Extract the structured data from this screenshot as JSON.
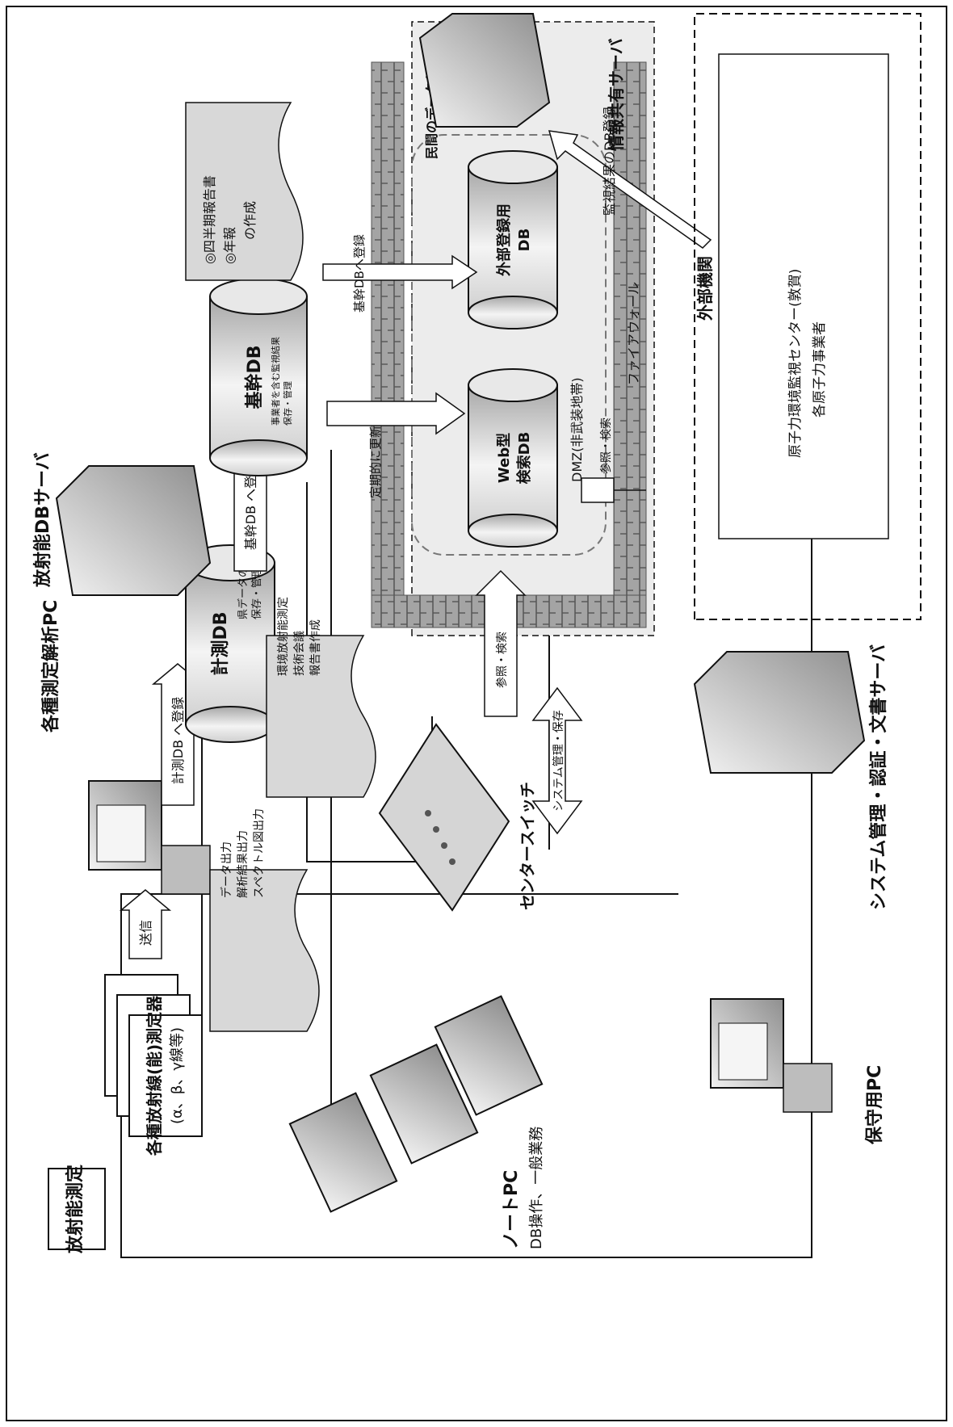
{
  "labels": {
    "radiation_measurement": "放射能測定",
    "detectors_line1": "各種放射線(能)測定器",
    "detectors_line2": "(α、β、γ線等)",
    "send": "送信",
    "analysis_pc": "各種測定解析PC",
    "pc_outputs": [
      "データ出力",
      "解析結果出力",
      "スペクトル図出力"
    ],
    "laptop_pc": "ノートPC",
    "laptop_pc_sub": "DB操作、一般業務",
    "maintenance_pc": "保守用PC",
    "center_switch": "センタースイッチ",
    "system_mgmt": "システム管理・保存",
    "system_server": "システム管理・認証・文書サーバ",
    "measure_db_register": "計測DB へ登録",
    "measure_db": "計測DB",
    "measure_db_sub": [
      "県データの",
      "保存・管理"
    ],
    "measure_docs": [
      "環境放射能測定",
      "技術会議",
      "報告書作成"
    ],
    "radio_db_server": "放射能DBサーバ",
    "core_db_register": "基幹DB へ登録",
    "core_db": "基幹DB",
    "core_db_sub": [
      "事業者を含む監視結果",
      "保存・管理"
    ],
    "reports": [
      "◎四半期報告書",
      "◎年報",
      "の作成"
    ],
    "data_center": "民間のデータセンター",
    "share_server": "情報共有サーバ",
    "web_db": [
      "Web型",
      "検索DB"
    ],
    "ext_db": [
      "外部登録用",
      "DB"
    ],
    "dmz": "DMZ(非武装地帯)",
    "firewall": "ファイアウォール",
    "core_to_ext": "基幹DBへ登録",
    "periodic_update": "定期的に更新",
    "browse_search1": "参照・検索",
    "browse_search2": "参照・検索",
    "ext_register": "監視結果のDB登録",
    "ext_org": "外部機関",
    "ext_org_members": [
      "原子力環境監視センター(敦賀)",
      "各原子力事業者"
    ]
  },
  "colors": {
    "line": "#111111",
    "fill_light": "#e9e9e9",
    "fill_mid": "#c9c9c9",
    "firewall": "#9a9a9a"
  }
}
